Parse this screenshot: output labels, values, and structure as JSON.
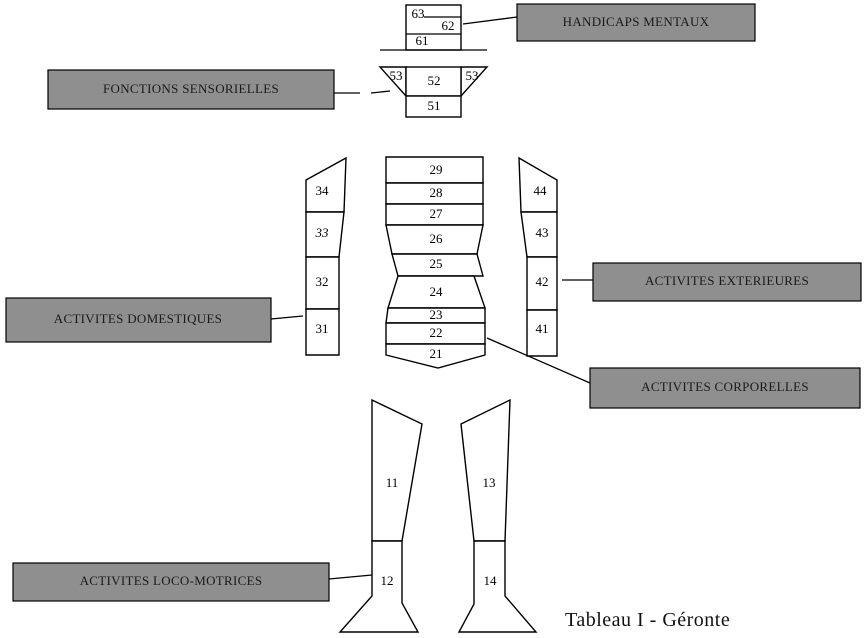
{
  "segments": {
    "s11": "11",
    "s12": "12",
    "s13": "13",
    "s14": "14",
    "s21": "21",
    "s22": "22",
    "s23": "23",
    "s24": "24",
    "s25": "25",
    "s26": "26",
    "s27": "27",
    "s28": "28",
    "s29": "29",
    "s31": "31",
    "s32": "32",
    "s33": "33",
    "s34": "34",
    "s41": "41",
    "s42": "42",
    "s43": "43",
    "s44": "44",
    "s51": "51",
    "s52": "52",
    "s53l": "53",
    "s53r": "53",
    "s61": "61",
    "s62": "62",
    "s63": "63"
  },
  "labels": {
    "mental": "HANDICAPS MENTAUX",
    "sensory": "FONCTIONS SENSORIELLES",
    "exterior": "ACTIVITES EXTERIEURES",
    "domestic": "ACTIVITES DOMESTIQUES",
    "bodily": "ACTIVITES CORPORELLES",
    "locomotor": "ACTIVITES LOCO-MOTRICES"
  },
  "caption": "Tableau I - Géronte"
}
